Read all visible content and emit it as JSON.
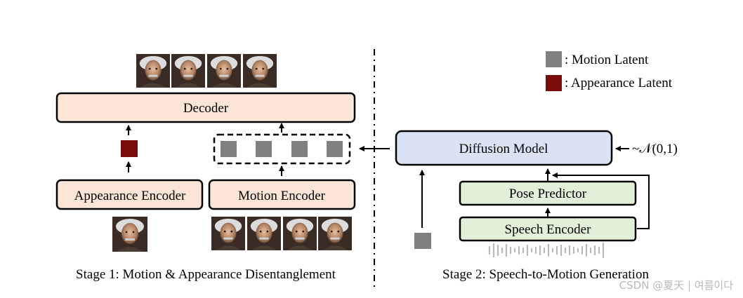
{
  "diagram": {
    "stage1": {
      "caption": "Stage 1: Motion & Appearance Disentanglement",
      "decoder_label": "Decoder",
      "appearance_encoder_label": "Appearance Encoder",
      "motion_encoder_label": "Motion Encoder"
    },
    "stage2": {
      "caption": "Stage 2: Speech-to-Motion Generation",
      "diffusion_model_label": "Diffusion Model",
      "pose_predictor_label": "Pose Predictor",
      "speech_encoder_label": "Speech Encoder",
      "noise_label": "~𝒩(0,1)"
    },
    "legend": {
      "motion_latent": ": Motion Latent",
      "appearance_latent": ": Appearance Latent"
    }
  },
  "colors": {
    "encoder_fill": "#fbe5d6",
    "diffusion_fill": "#dae3f3",
    "predictor_fill": "#e2f0d9",
    "motion_latent": "#808080",
    "appearance_latent": "#7b0c0c",
    "stroke": "#000000"
  },
  "watermark": "CSDN @夏天 | 여름이다"
}
